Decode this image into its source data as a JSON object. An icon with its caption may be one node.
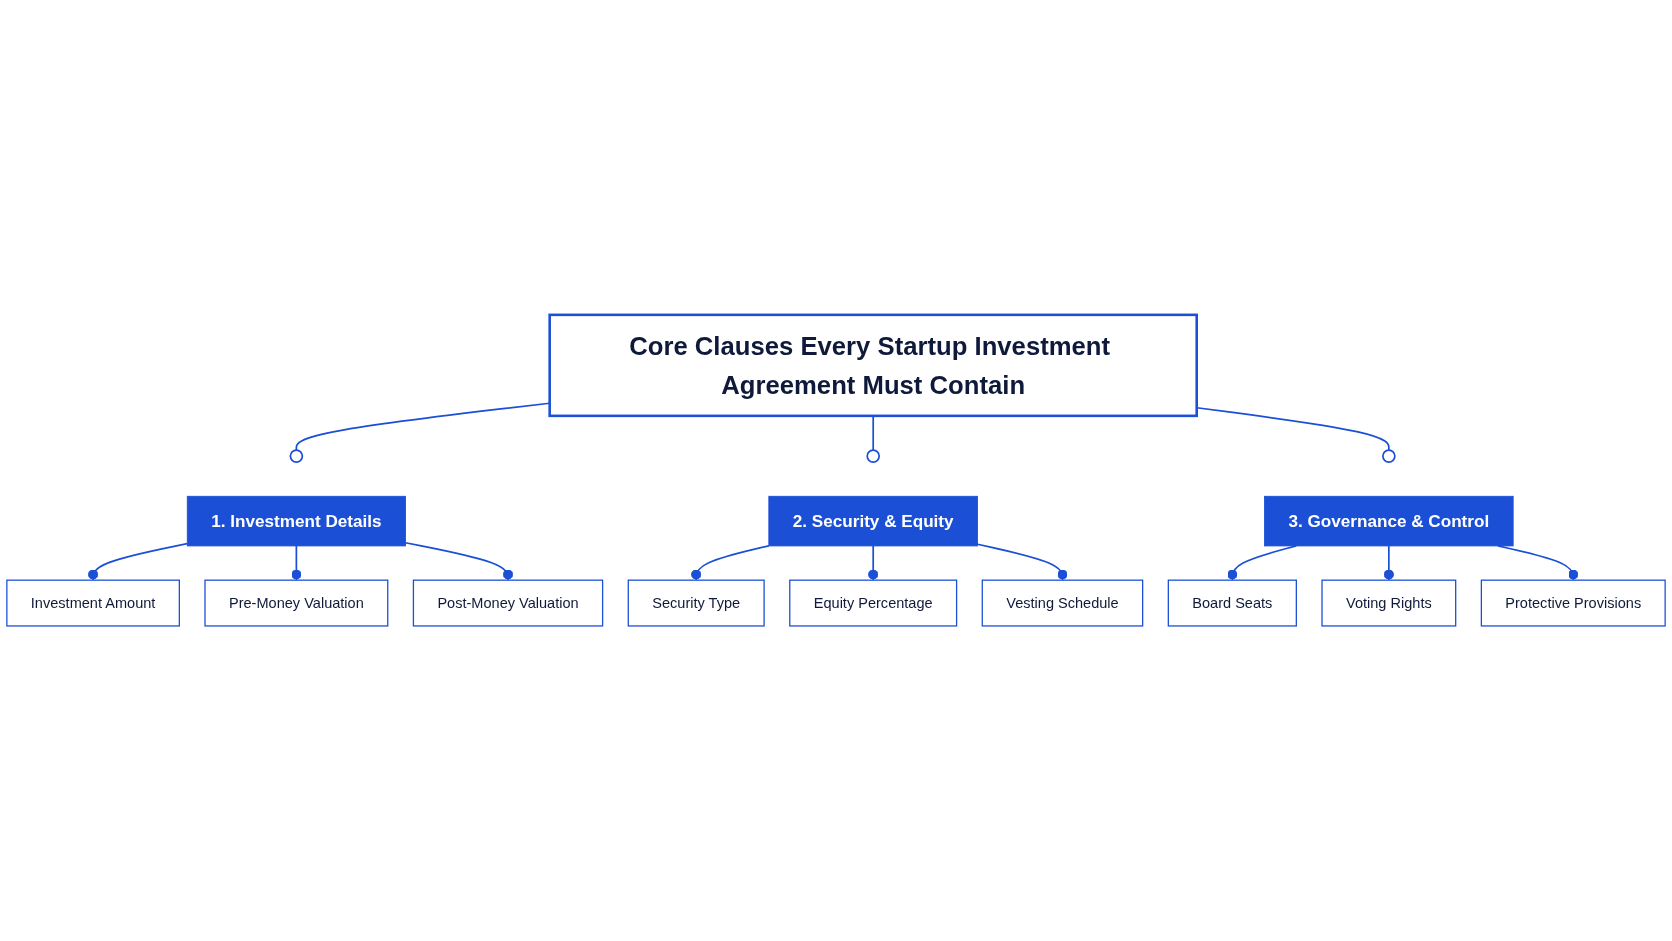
{
  "diagram": {
    "nodes": [
      {
        "text": [
          "Core Clauses Every Startup Investment Agreement Must Contain"
        ]
      },
      {
        "text": [],
        "shape": "circle"
      },
      {
        "text": [],
        "shape": "circle"
      },
      {
        "text": [],
        "shape": "circle"
      },
      {
        "text": [
          "1. Investment Details"
        ]
      },
      {
        "text": [
          "Investment Amount"
        ]
      },
      {
        "text": [
          "Pre-Money Valuation"
        ]
      },
      {
        "text": [
          "Post-Money Valuation"
        ]
      },
      {
        "text": [
          "2. Security & Equity"
        ]
      },
      {
        "text": [
          "Security Type"
        ]
      },
      {
        "text": [
          "Equity Percentage"
        ]
      },
      {
        "text": [
          "Vesting Schedule"
        ]
      },
      {
        "text": [
          "3. Governance & Control"
        ]
      },
      {
        "text": [
          "Board Seats"
        ]
      },
      {
        "text": [
          "Voting Rights"
        ]
      },
      {
        "text": [
          "Protective Provisions"
        ]
      }
    ],
    "edges": [
      {
        "from": 0,
        "to": 1,
        "arrow": "none"
      },
      {
        "from": 0,
        "to": 2,
        "arrow": "none"
      },
      {
        "from": 0,
        "to": 3,
        "arrow": "none"
      },
      {
        "from": 4,
        "to": 5,
        "arrow": "other"
      },
      {
        "from": 4,
        "to": 6,
        "arrow": "other"
      },
      {
        "from": 4,
        "to": 7,
        "arrow": "other"
      },
      {
        "from": 8,
        "to": 9,
        "arrow": "other"
      },
      {
        "from": 8,
        "to": 10,
        "arrow": "other"
      },
      {
        "from": 8,
        "to": 11,
        "arrow": "other"
      },
      {
        "from": 12,
        "to": 13,
        "arrow": "other"
      },
      {
        "from": 12,
        "to": 14,
        "arrow": "other"
      },
      {
        "from": 12,
        "to": 15,
        "arrow": "other"
      }
    ]
  }
}
